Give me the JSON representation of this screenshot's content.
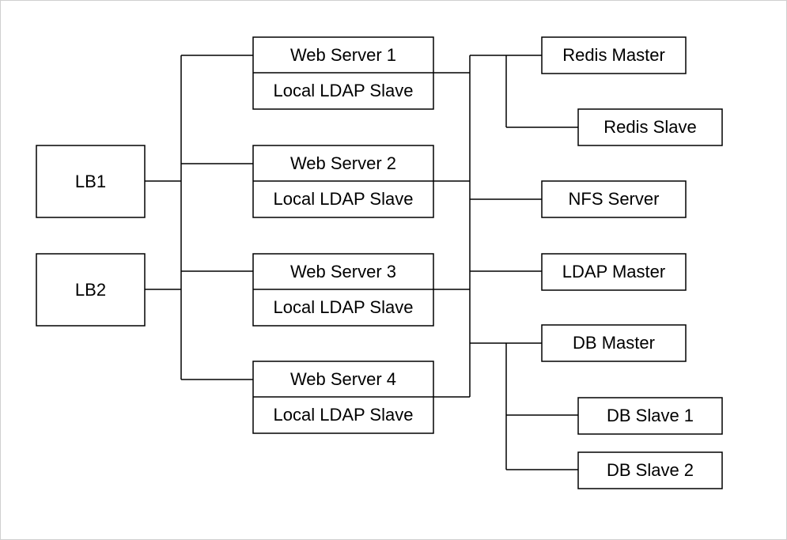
{
  "load_balancers": [
    {
      "label": "LB1"
    },
    {
      "label": "LB2"
    }
  ],
  "web_servers": [
    {
      "label": "Web Server 1",
      "sub_label": "Local LDAP Slave"
    },
    {
      "label": "Web Server 2",
      "sub_label": "Local LDAP Slave"
    },
    {
      "label": "Web Server 3",
      "sub_label": "Local LDAP Slave"
    },
    {
      "label": "Web Server 4",
      "sub_label": "Local LDAP Slave"
    }
  ],
  "backend": {
    "redis_master": "Redis Master",
    "redis_slave": "Redis Slave",
    "nfs_server": "NFS Server",
    "ldap_master": "LDAP Master",
    "db_master": "DB Master",
    "db_slave_1": "DB Slave 1",
    "db_slave_2": "DB Slave 2"
  }
}
